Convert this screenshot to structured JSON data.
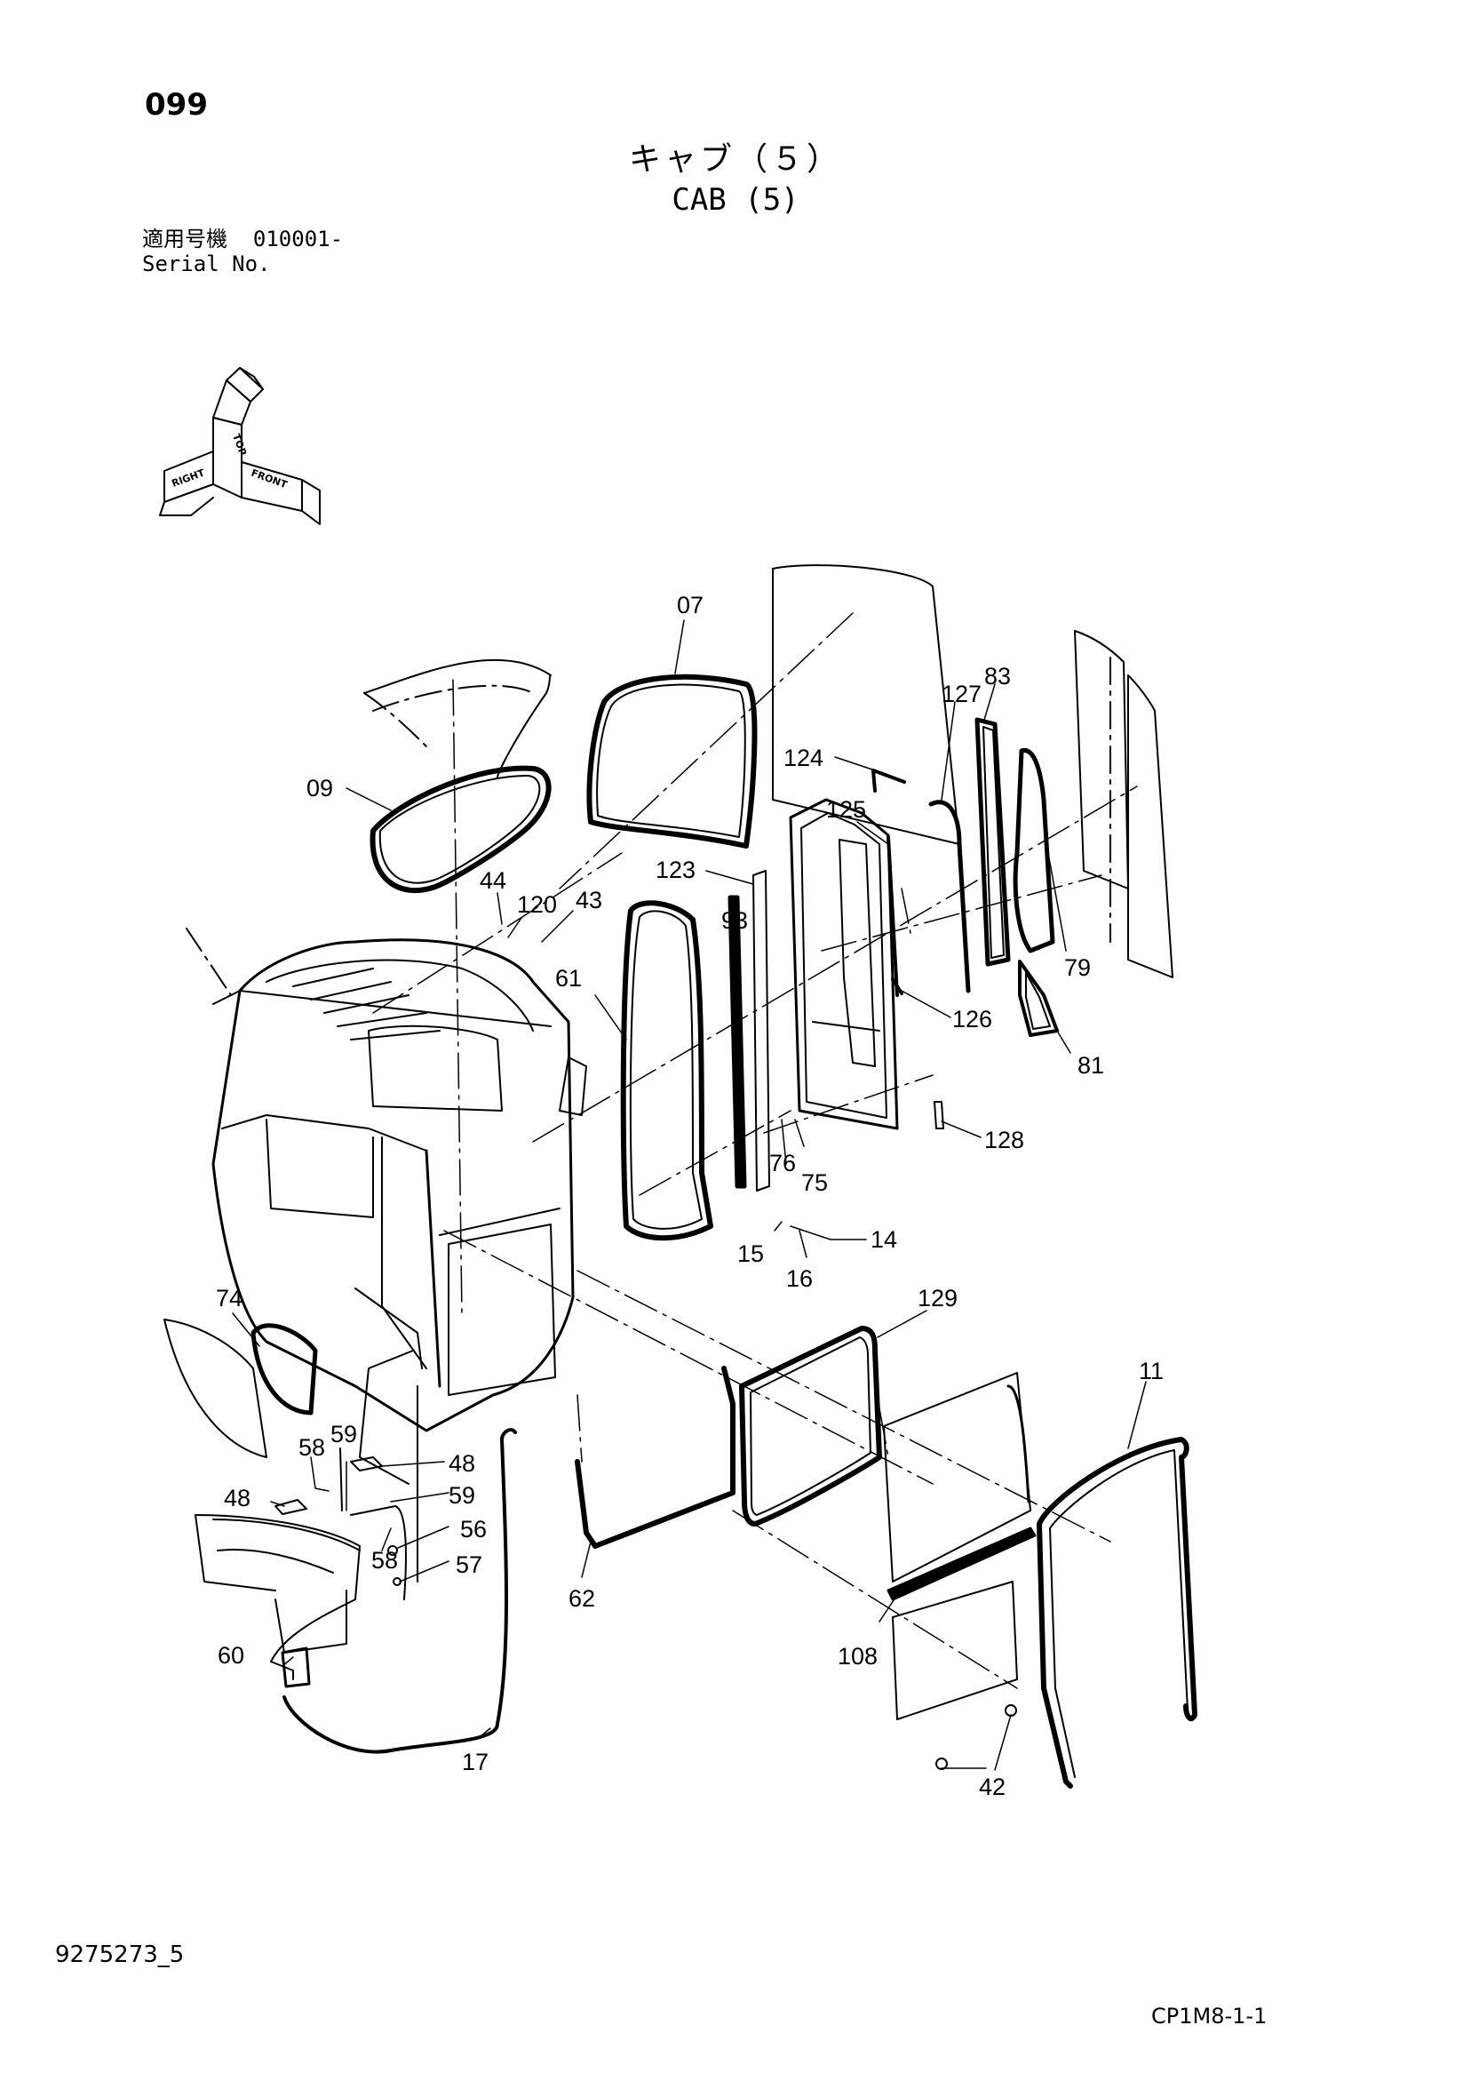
{
  "page": {
    "number": "099",
    "title_jp": "キャブ（５）",
    "title_en": "CAB (5)",
    "serial_label_jp": "適用号機",
    "serial_value": "010001-",
    "serial_label_en": "Serial No.",
    "doc_number": "9275273_5",
    "footer_code": "CP1M8-1-1"
  },
  "orientation": {
    "top": "TOP",
    "right": "RIGHT",
    "front": "FRONT"
  },
  "callouts": [
    {
      "id": "c07",
      "label": "07"
    },
    {
      "id": "c83",
      "label": "83"
    },
    {
      "id": "c127",
      "label": "127"
    },
    {
      "id": "c124",
      "label": "124"
    },
    {
      "id": "c09",
      "label": "09"
    },
    {
      "id": "c125",
      "label": "125"
    },
    {
      "id": "c123",
      "label": "123"
    },
    {
      "id": "c44",
      "label": "44"
    },
    {
      "id": "c120",
      "label": "120"
    },
    {
      "id": "c43",
      "label": "43"
    },
    {
      "id": "c93",
      "label": "93"
    },
    {
      "id": "c61",
      "label": "61"
    },
    {
      "id": "c79",
      "label": "79"
    },
    {
      "id": "c126",
      "label": "126"
    },
    {
      "id": "c81",
      "label": "81"
    },
    {
      "id": "c128",
      "label": "128"
    },
    {
      "id": "c76",
      "label": "76"
    },
    {
      "id": "c75",
      "label": "75"
    },
    {
      "id": "c14",
      "label": "14"
    },
    {
      "id": "c15",
      "label": "15"
    },
    {
      "id": "c16",
      "label": "16"
    },
    {
      "id": "c74",
      "label": "74"
    },
    {
      "id": "c129",
      "label": "129"
    },
    {
      "id": "c11",
      "label": "11"
    },
    {
      "id": "c59a",
      "label": "59"
    },
    {
      "id": "c58a",
      "label": "58"
    },
    {
      "id": "c48a",
      "label": "48"
    },
    {
      "id": "c48b",
      "label": "48"
    },
    {
      "id": "c59b",
      "label": "59"
    },
    {
      "id": "c56",
      "label": "56"
    },
    {
      "id": "c58b",
      "label": "58"
    },
    {
      "id": "c57",
      "label": "57"
    },
    {
      "id": "c62",
      "label": "62"
    },
    {
      "id": "c108",
      "label": "108"
    },
    {
      "id": "c60",
      "label": "60"
    },
    {
      "id": "c17",
      "label": "17"
    },
    {
      "id": "c42",
      "label": "42"
    }
  ]
}
